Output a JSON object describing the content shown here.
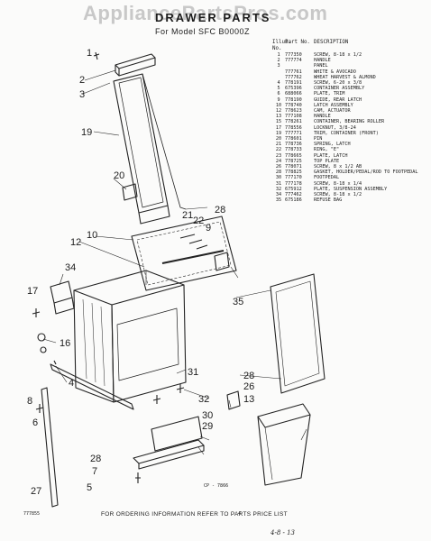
{
  "watermark": "AppliancePartsPros.com",
  "title": "DRAWER PARTS",
  "subtitle": "For Model SFC B0000Z",
  "parts_header": {
    "illus": "Illus. No.",
    "part": "Part No.",
    "description": "DESCRIPTION"
  },
  "parts": [
    {
      "n": "1",
      "p": "777350",
      "d": "SCREW, 8-18 x 1/2"
    },
    {
      "n": "2",
      "p": "777774",
      "d": "HANDLE"
    },
    {
      "n": "3",
      "p": "",
      "d": "PANEL"
    },
    {
      "n": "",
      "p": "777761",
      "d": "WHITE & AVOCADO"
    },
    {
      "n": "",
      "p": "777762",
      "d": "WHEAT HARVEST & ALMOND"
    },
    {
      "n": "4",
      "p": "778191",
      "d": "SCREW, 6-20 x 3/8"
    },
    {
      "n": "5",
      "p": "675396",
      "d": "CONTAINER ASSEMBLY"
    },
    {
      "n": "6",
      "p": "688066",
      "d": "PLATE, TRIM"
    },
    {
      "n": "9",
      "p": "778190",
      "d": "GUIDE, REAR LATCH"
    },
    {
      "n": "10",
      "p": "778740",
      "d": "LATCH ASSEMBLY"
    },
    {
      "n": "12",
      "p": "778623",
      "d": "CAM, ACTUATOR"
    },
    {
      "n": "13",
      "p": "777108",
      "d": "HANDLE"
    },
    {
      "n": "15",
      "p": "778261",
      "d": "CONTAINER, BEARING ROLLER"
    },
    {
      "n": "17",
      "p": "778556",
      "d": "LOCKNUT, 3/8-24"
    },
    {
      "n": "19",
      "p": "777771",
      "d": "TRIM, CONTAINER (FRONT)"
    },
    {
      "n": "20",
      "p": "778601",
      "d": "PIN"
    },
    {
      "n": "21",
      "p": "778736",
      "d": "SPRING, LATCH"
    },
    {
      "n": "22",
      "p": "778733",
      "d": "RING, \"E\""
    },
    {
      "n": "23",
      "p": "778665",
      "d": "PLATE, LATCH"
    },
    {
      "n": "24",
      "p": "778725",
      "d": "TOP PLATE"
    },
    {
      "n": "26",
      "p": "778071",
      "d": "SCREW, 8 x 1/2 AB"
    },
    {
      "n": "28",
      "p": "778825",
      "d": "GASKET, HOLDER/PEDAL/ROD TO FOOTPEDAL"
    },
    {
      "n": "30",
      "p": "777170",
      "d": "FOOTPEDAL"
    },
    {
      "n": "31",
      "p": "777178",
      "d": "SCREW, 8-18 x 1/4"
    },
    {
      "n": "32",
      "p": "675912",
      "d": "PLATE, SUSPENSION ASSEMBLY"
    },
    {
      "n": "34",
      "p": "777462",
      "d": "SCREW, 8-18 x 1/2"
    },
    {
      "n": "35",
      "p": "675186",
      "d": "REFUSE BAG"
    }
  ],
  "callouts": [
    "1",
    "2",
    "3",
    "19",
    "28",
    "20",
    "21",
    "22",
    "9",
    "10",
    "12",
    "34",
    "17",
    "16",
    "4",
    "8",
    "6",
    "27",
    "28",
    "7",
    "5",
    "31",
    "32",
    "30",
    "29",
    "28",
    "26",
    "13",
    "35"
  ],
  "footer": "FOR ORDERING INFORMATION REFER TO PARTS PRICE LIST",
  "doc_no": "777855",
  "page_no": "4",
  "ref_code": "CP - 7866",
  "sheet": "4-8 - 13"
}
